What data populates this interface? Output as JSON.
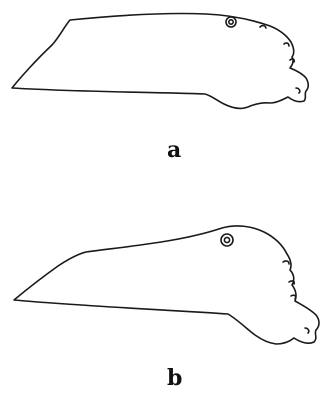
{
  "figure": {
    "panels": [
      {
        "id": "a",
        "label": "a"
      },
      {
        "id": "b",
        "label": "b"
      }
    ]
  },
  "colors": {
    "ink": "#1a1a1a",
    "background": "#ffffff"
  }
}
